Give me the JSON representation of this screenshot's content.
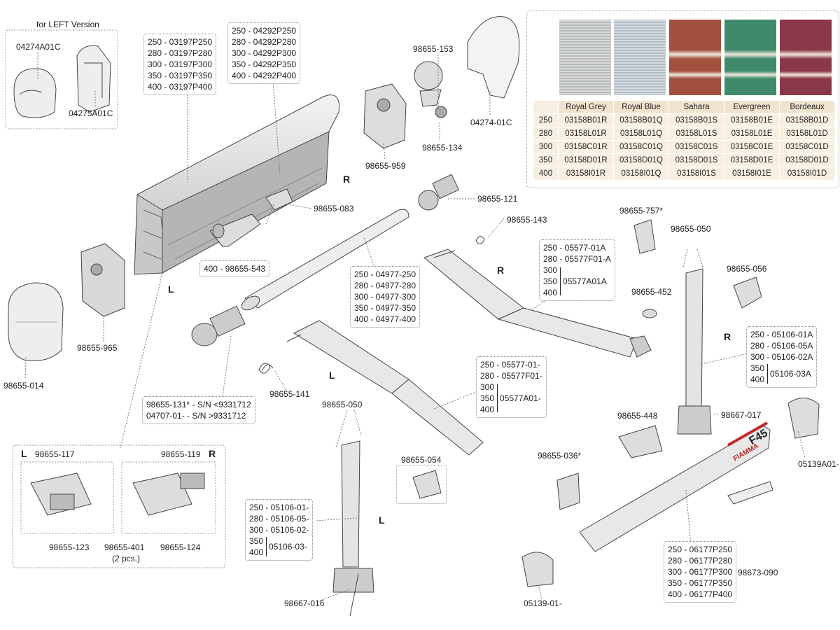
{
  "diagram": {
    "left_version_title": "for LEFT Version",
    "side_markers": {
      "r_top": "R",
      "l_left": "L",
      "r_arm": "R",
      "l_arm": "L",
      "r_leg": "R",
      "l_leg": "L",
      "box_l": "L",
      "box_r": "R"
    },
    "labels": {
      "p04274A01C": "04274A01C",
      "p04275A01C": "04275A01C",
      "p98655_014": "98655-014",
      "p98655_965": "98655-965",
      "p98655_959": "98655-959",
      "p98655_153": "98655-153",
      "p98655_134": "98655-134",
      "p04274_01C": "04274-01C",
      "p98655_083": "98655-083",
      "p400_543": "400 - 98655-543",
      "p98655_121": "98655-121",
      "p98655_143": "98655-143",
      "p98655_141": "98655-141",
      "p98655_757": "98655-757*",
      "p98655_050_r": "98655-050",
      "p98655_056": "98655-056",
      "p98655_452": "98655-452",
      "p98655_448": "98655-448",
      "p98667_017": "98667-017",
      "p05139A01": "05139A01-",
      "p98655_036": "98655-036*",
      "p98655_050_l": "98655-050",
      "p98655_054": "98655-054",
      "p98667_016": "98667-016",
      "p05139_01": "05139-01-",
      "p98673_090": "98673-090",
      "p98655_117": "98655-117",
      "p98655_119": "98655-119",
      "p98655_123": "98655-123",
      "p98655_401": "98655-401",
      "p98655_401_qty": "(2 pcs.)",
      "p98655_124": "98655-124",
      "fiamma_logo": "FIAMMA",
      "f45_logo": "F45"
    },
    "size_lists": {
      "p03197": [
        "250 - 03197P250",
        "280 - 03197P280",
        "300 - 03197P300",
        "350 - 03197P350",
        "400 - 03197P400"
      ],
      "p04292": [
        "250 - 04292P250",
        "280 - 04292P280",
        "300 - 04292P300",
        "350 - 04292P350",
        "400 - 04292P400"
      ],
      "p04977": [
        "250 - 04977-250",
        "280 - 04977-280",
        "300 - 04977-300",
        "350 - 04977-350",
        "400 - 04977-400"
      ],
      "p98655_131": [
        "98655-131* - S/N <9331712",
        "04707-01- - S/N >9331712"
      ],
      "p06177": [
        "250 - 06177P250",
        "280 - 06177P280",
        "300 - 06177P300",
        "350 - 06177P350",
        "400 - 06177P400"
      ]
    },
    "bracket_lists": {
      "arm_r": {
        "rows": [
          "250 - 05577-01A",
          "280 - 05577F01-A"
        ],
        "group_sizes": [
          "300",
          "350",
          "400"
        ],
        "group_code": "05577A01A"
      },
      "arm_l": {
        "rows": [
          "250 - 05577-01-",
          "280 - 05577F01-"
        ],
        "group_sizes": [
          "300",
          "350",
          "400"
        ],
        "group_code": "05577A01-"
      },
      "leg_r": {
        "rows": [
          "250 - 05106-01A",
          "280 - 05106-05A",
          "300 - 05106-02A"
        ],
        "group_sizes": [
          "350",
          "400"
        ],
        "group_code": "05106-03A"
      },
      "leg_l": {
        "rows": [
          "250 - 05106-01-",
          "280 - 05106-05-",
          "300 - 05106-02-"
        ],
        "group_sizes": [
          "350",
          "400"
        ],
        "group_code": "05106-03-"
      }
    }
  },
  "fabric_table": {
    "columns": [
      "Royal Grey",
      "Royal Blue",
      "Sahara",
      "Evergreen",
      "Bordeaux"
    ],
    "swatch_colors": [
      "#a7abae",
      "#9fb0bf",
      "#a2503d",
      "#3f8a6c",
      "#8a3848"
    ],
    "rows": [
      {
        "size": "250",
        "codes": [
          "03158B01R",
          "03158B01Q",
          "03158B01S",
          "03158B01E",
          "03158B01D"
        ]
      },
      {
        "size": "280",
        "codes": [
          "03158L01R",
          "03158L01Q",
          "03158L01S",
          "03158L01E",
          "03158L01D"
        ]
      },
      {
        "size": "300",
        "codes": [
          "03158C01R",
          "03158C01Q",
          "03158C01S",
          "03158C01E",
          "03158C01D"
        ]
      },
      {
        "size": "350",
        "codes": [
          "03158D01R",
          "03158D01Q",
          "03158D01S",
          "03158D01E",
          "03158D01D"
        ]
      },
      {
        "size": "400",
        "codes": [
          "03158I01R",
          "03158I01Q",
          "03158I01S",
          "03158I01E",
          "03158I01D"
        ]
      }
    ]
  }
}
